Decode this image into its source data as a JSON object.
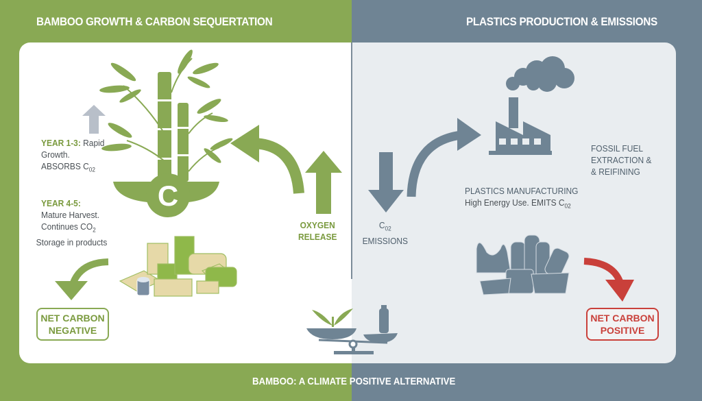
{
  "header": {
    "left_title": "BAMBOO GROWTH & CARBON SEQUERTATION",
    "right_title": "PLASTICS PRODUCTION & EMISSIONS"
  },
  "bamboo": {
    "center_symbol": "C",
    "stage1": {
      "label": "YEAR 1-3:",
      "text1": "Rapid",
      "text2": "Growth.",
      "text3": "ABSORBS C",
      "sub": "02"
    },
    "stage2": {
      "label": "YEAR 4-5:",
      "text1": "Mature Harvest.",
      "text2": "Continues CO",
      "sub": "2",
      "text3": "Storage in products"
    },
    "oxygen": {
      "line1": "OXYGEN",
      "line2": "RELEASE"
    },
    "result_badge": {
      "line1": "NET CARBON",
      "line2": "NEGATIVE"
    }
  },
  "plastics": {
    "emissions": {
      "line1": "C",
      "sub": "02",
      "line2": "EMISSIONS"
    },
    "manufacturing": {
      "title": "PLASTICS MANUFACTURING",
      "desc": "High Energy Use. EMITS C",
      "sub": "02"
    },
    "fossil": {
      "line1": "FOSSIL FUEL",
      "line2": "EXTRACTION &",
      "line3": "& REIFINING"
    },
    "result_badge": {
      "line1": "NET CARBON",
      "line2": "POSITIVE"
    }
  },
  "footer": {
    "text": "BAMBOO: A CLIMATE POSITIVE ALTERNATIVE"
  },
  "colors": {
    "green": "#89a954",
    "slate": "#6f8494",
    "red": "#c9403a"
  }
}
